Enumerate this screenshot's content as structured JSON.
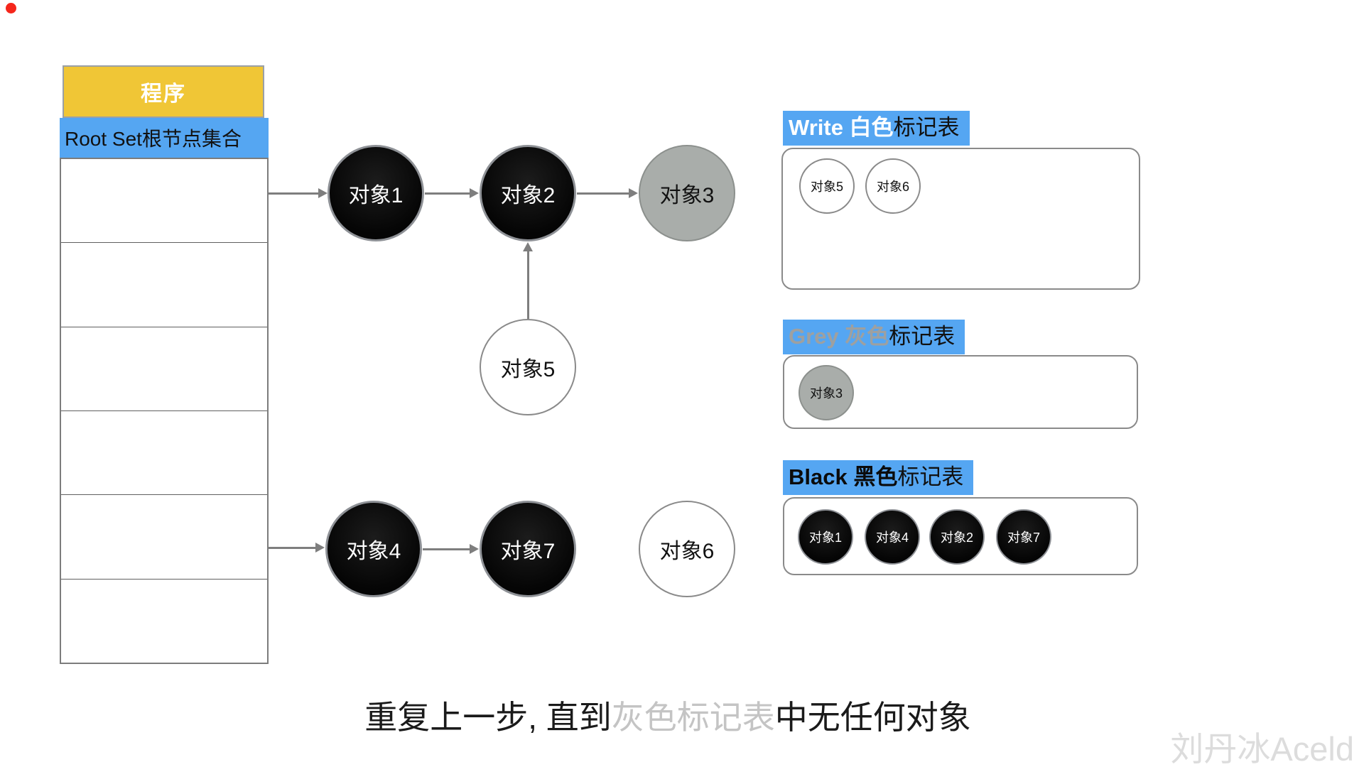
{
  "window": {
    "watermark": "刘丹冰Aceld"
  },
  "colors": {
    "accent_blue": "#55a6f2",
    "accent_yellow": "#f0c636",
    "grey_node_fill": "#a9adaa",
    "grey_title_text": "#9ea0a0",
    "caption_highlight": "#c4c4c4",
    "arrow": "#7e7e7e",
    "recording_dot": "#f5261b"
  },
  "program_table": {
    "header": "程序",
    "root_row": "Root Set根节点集合",
    "empty_row_count": 6
  },
  "graph": {
    "nodes": [
      {
        "id": "obj1",
        "label": "对象1",
        "color": "black"
      },
      {
        "id": "obj2",
        "label": "对象2",
        "color": "black"
      },
      {
        "id": "obj3",
        "label": "对象3",
        "color": "grey"
      },
      {
        "id": "obj5",
        "label": "对象5",
        "color": "white"
      },
      {
        "id": "obj4",
        "label": "对象4",
        "color": "black"
      },
      {
        "id": "obj7",
        "label": "对象7",
        "color": "black"
      },
      {
        "id": "obj6",
        "label": "对象6",
        "color": "white"
      }
    ],
    "edges": [
      "root-set → 对象1",
      "对象1 → 对象2",
      "对象2 → 对象3",
      "对象5 → 对象2",
      "root-set → 对象4",
      "对象4 → 对象7"
    ]
  },
  "mark_tables": {
    "white": {
      "title_highlight": "Write 白色",
      "title_rest": "标记表",
      "items": [
        "对象5",
        "对象6"
      ]
    },
    "grey": {
      "title_highlight": "Grey 灰色",
      "title_rest": "标记表",
      "items": [
        "对象3"
      ]
    },
    "black": {
      "title_highlight": "Black 黑色",
      "title_rest": "标记表",
      "items": [
        "对象1",
        "对象4",
        "对象2",
        "对象7"
      ]
    }
  },
  "caption": {
    "pre": "重复上一步, 直到",
    "highlight": "灰色标记表",
    "post": "中无任何对象"
  }
}
